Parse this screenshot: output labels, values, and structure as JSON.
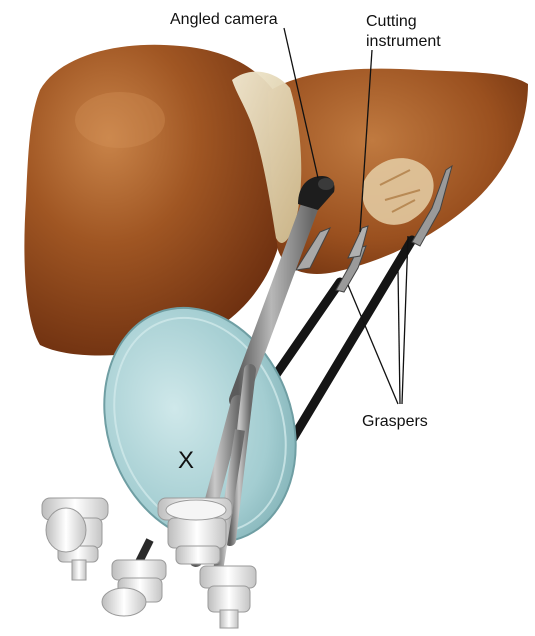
{
  "labels": {
    "camera": "Angled camera",
    "cutting_line1": "Cutting",
    "cutting_line2": "instrument",
    "graspers": "Graspers"
  },
  "marks": {
    "port_x": "X"
  },
  "colors": {
    "liver_dark": "#7a3a14",
    "liver_mid": "#a35a26",
    "liver_light": "#c27a3e",
    "ligament": "#e8dcc0",
    "port_disc": "#a8d0d4",
    "shaft_dark": "#1a1a1a",
    "shaft_metal": "#8a8a8a",
    "fitting": "#ececec"
  }
}
